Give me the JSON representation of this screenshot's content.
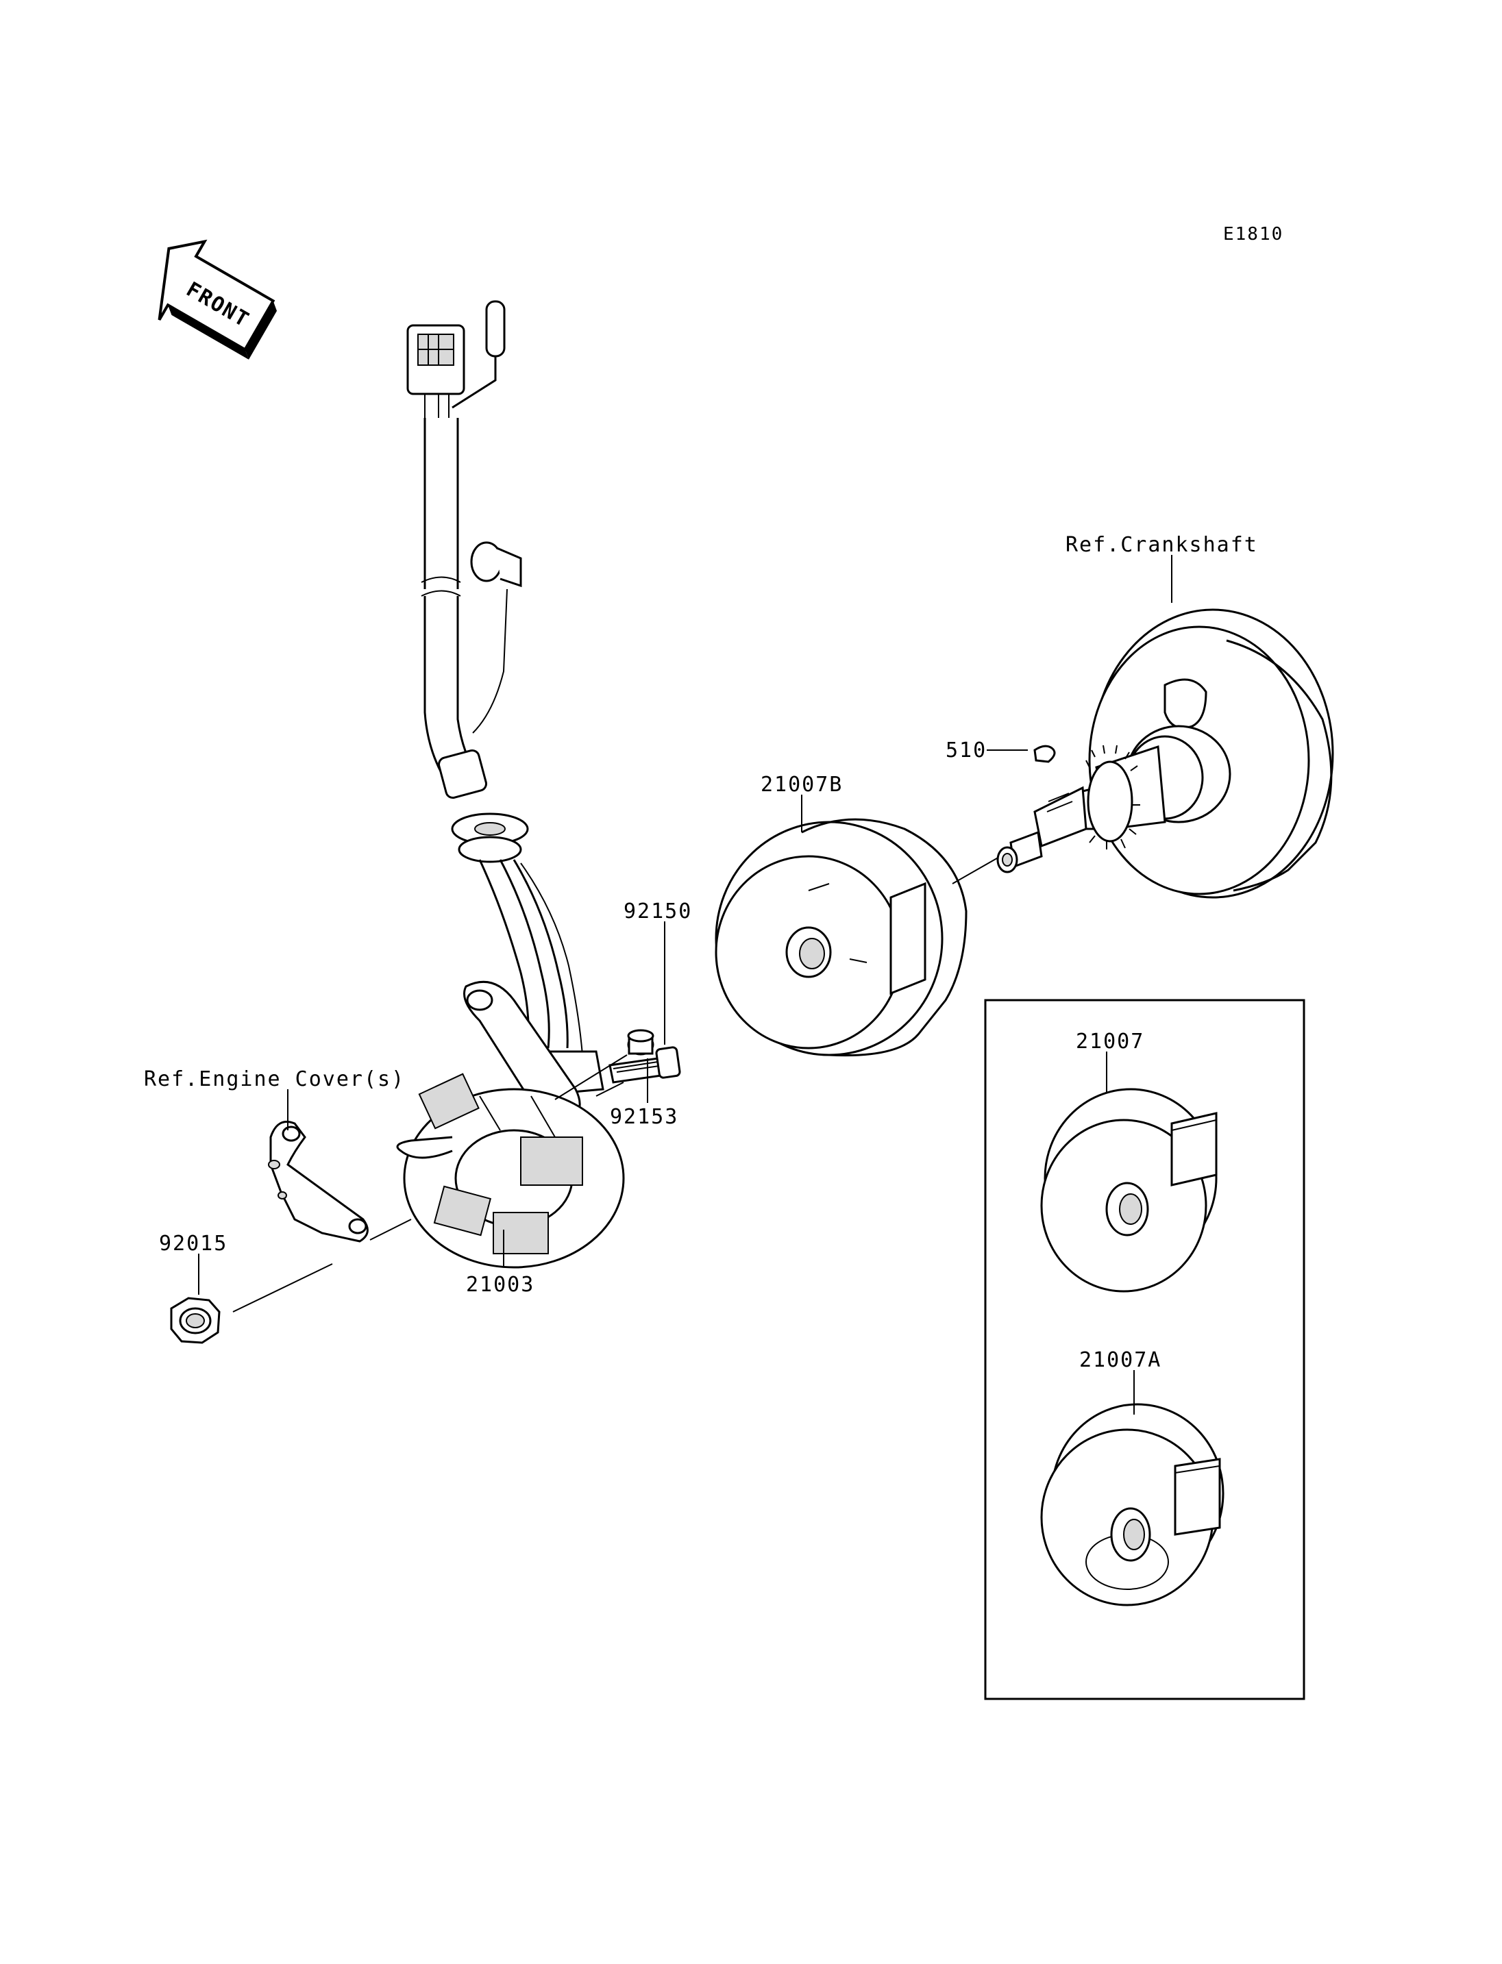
{
  "diagram_code": "E1810",
  "front_label": "FRONT",
  "labels": {
    "ref_crankshaft": "Ref.Crankshaft",
    "key_510": "510",
    "flywheel_b": "21007B",
    "bolt_92150": "92150",
    "bolt_92153": "92153",
    "ref_engine_cover": "Ref.Engine Cover(s)",
    "nut_92015": "92015",
    "stator_21003": "21003",
    "flywheel": "21007",
    "flywheel_a": "21007A"
  }
}
